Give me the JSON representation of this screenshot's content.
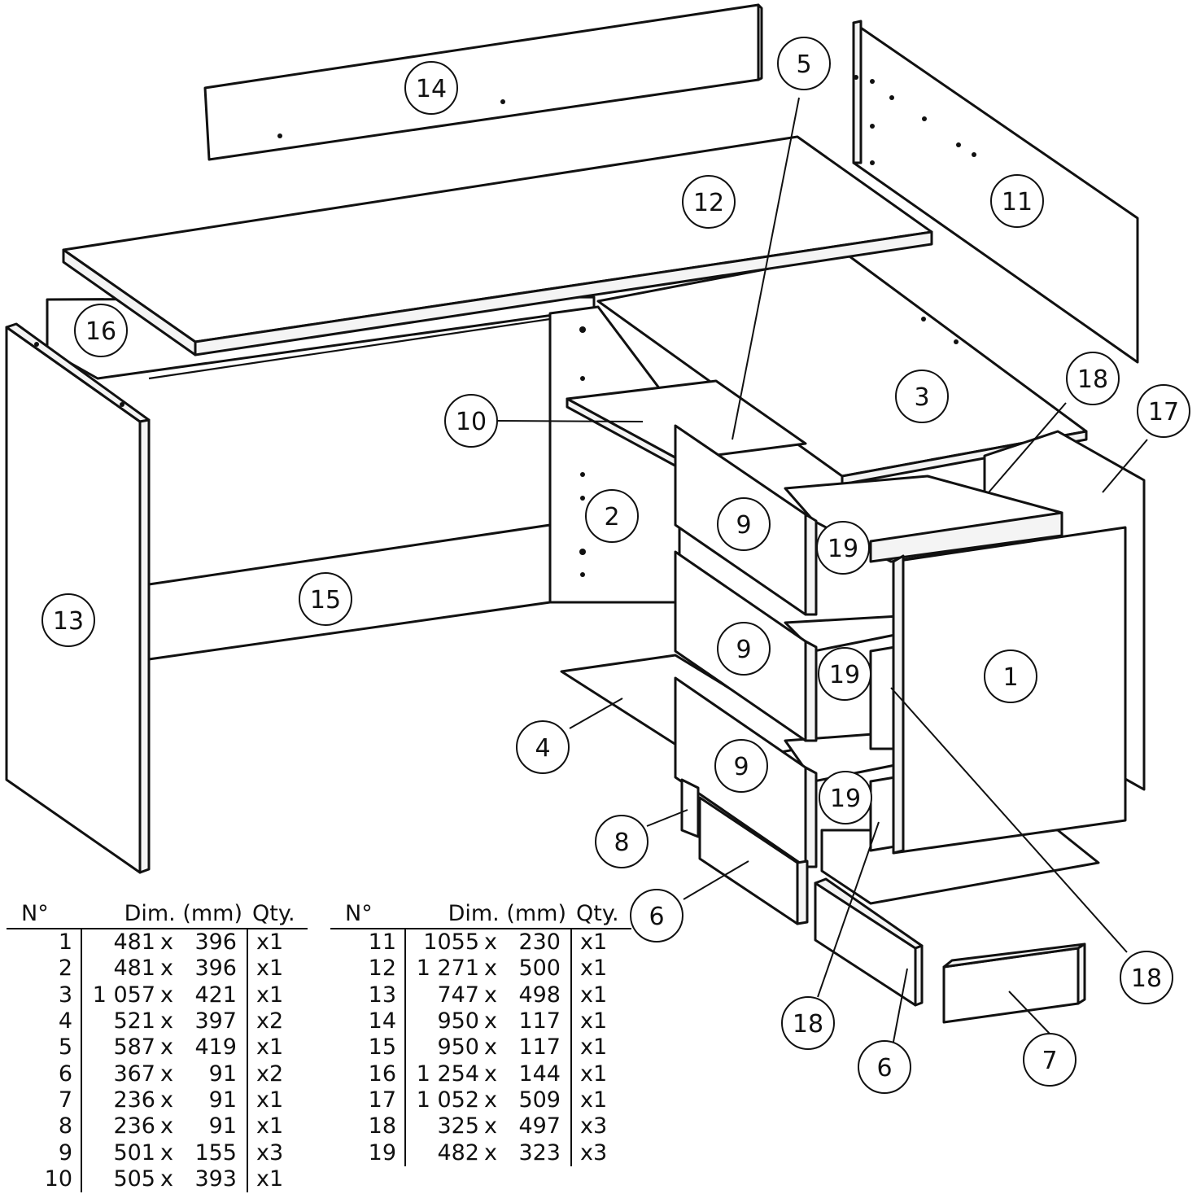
{
  "callouts": [
    {
      "label": "1"
    },
    {
      "label": "2"
    },
    {
      "label": "3"
    },
    {
      "label": "4"
    },
    {
      "label": "5"
    },
    {
      "label": "6"
    },
    {
      "label": "6"
    },
    {
      "label": "7"
    },
    {
      "label": "8"
    },
    {
      "label": "9"
    },
    {
      "label": "9"
    },
    {
      "label": "9"
    },
    {
      "label": "10"
    },
    {
      "label": "11"
    },
    {
      "label": "12"
    },
    {
      "label": "13"
    },
    {
      "label": "14"
    },
    {
      "label": "15"
    },
    {
      "label": "16"
    },
    {
      "label": "17"
    },
    {
      "label": "18"
    },
    {
      "label": "18"
    },
    {
      "label": "18"
    },
    {
      "label": "19"
    },
    {
      "label": "19"
    },
    {
      "label": "19"
    }
  ],
  "table_left": {
    "headers": {
      "no": "N°",
      "dim": "Dim. (mm)",
      "qty": "Qty."
    },
    "rows": [
      {
        "no": "1",
        "a": "481",
        "x": "x",
        "b": "396",
        "qty": "x1"
      },
      {
        "no": "2",
        "a": "481",
        "x": "x",
        "b": "396",
        "qty": "x1"
      },
      {
        "no": "3",
        "a": "1 057",
        "x": "x",
        "b": "421",
        "qty": "x1"
      },
      {
        "no": "4",
        "a": "521",
        "x": "x",
        "b": "397",
        "qty": "x2"
      },
      {
        "no": "5",
        "a": "587",
        "x": "x",
        "b": "419",
        "qty": "x1"
      },
      {
        "no": "6",
        "a": "367",
        "x": "x",
        "b": "91",
        "qty": "x2"
      },
      {
        "no": "7",
        "a": "236",
        "x": "x",
        "b": "91",
        "qty": "x1"
      },
      {
        "no": "8",
        "a": "236",
        "x": "x",
        "b": "91",
        "qty": "x1"
      },
      {
        "no": "9",
        "a": "501",
        "x": "x",
        "b": "155",
        "qty": "x3"
      },
      {
        "no": "10",
        "a": "505",
        "x": "x",
        "b": "393",
        "qty": "x1"
      }
    ]
  },
  "table_right": {
    "headers": {
      "no": "N°",
      "dim": "Dim. (mm)",
      "qty": "Qty."
    },
    "rows": [
      {
        "no": "11",
        "a": "1055",
        "x": "x",
        "b": "230",
        "qty": "x1"
      },
      {
        "no": "12",
        "a": "1 271",
        "x": "x",
        "b": "500",
        "qty": "x1"
      },
      {
        "no": "13",
        "a": "747",
        "x": "x",
        "b": "498",
        "qty": "x1"
      },
      {
        "no": "14",
        "a": "950",
        "x": "x",
        "b": "117",
        "qty": "x1"
      },
      {
        "no": "15",
        "a": "950",
        "x": "x",
        "b": "117",
        "qty": "x1"
      },
      {
        "no": "16",
        "a": "1 254",
        "x": "x",
        "b": "144",
        "qty": "x1"
      },
      {
        "no": "17",
        "a": "1 052",
        "x": "x",
        "b": "509",
        "qty": "x1"
      },
      {
        "no": "18",
        "a": "325",
        "x": "x",
        "b": "497",
        "qty": "x3"
      },
      {
        "no": "19",
        "a": "482",
        "x": "x",
        "b": "323",
        "qty": "x3"
      }
    ]
  }
}
